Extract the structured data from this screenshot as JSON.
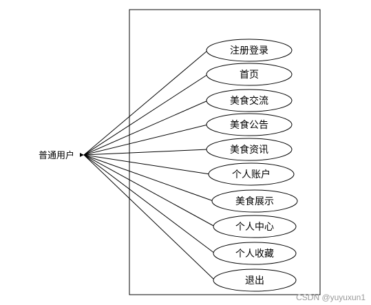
{
  "actor": {
    "label": "普通用户"
  },
  "use_cases": [
    {
      "label": "注册登录"
    },
    {
      "label": "首页"
    },
    {
      "label": "美食交流"
    },
    {
      "label": "美食公告"
    },
    {
      "label": "美食资讯"
    },
    {
      "label": "个人账户"
    },
    {
      "label": "美食展示"
    },
    {
      "label": "个人中心"
    },
    {
      "label": "个人收藏"
    },
    {
      "label": "退出"
    }
  ],
  "watermark": "CSDN @yuyuxun1"
}
